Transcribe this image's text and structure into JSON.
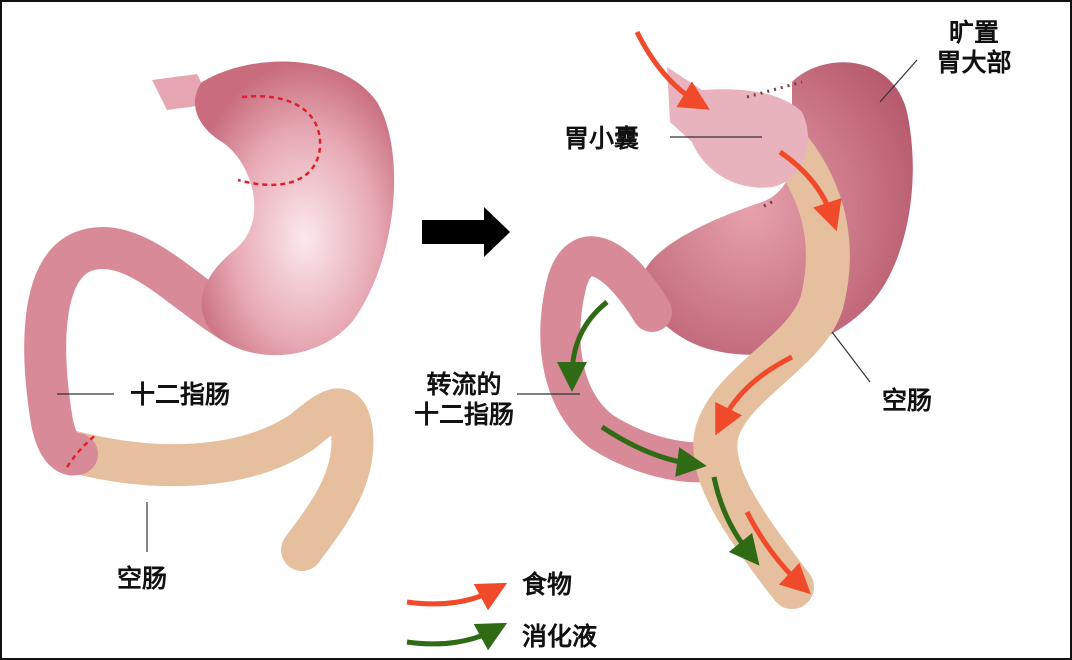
{
  "colors": {
    "stomach": "#d98a98",
    "stomach_highlight": "#f7dde2",
    "jejunum": "#e6bf9f",
    "food_arrow": "#f04a2a",
    "digestive_arrow": "#2f6b14",
    "cut_line": "#e0202a"
  },
  "left": {
    "duodenum_label": "十二指肠",
    "jejunum_label": "空肠"
  },
  "transition_arrow": "right-arrow-icon",
  "right": {
    "pouch_label": "胃小囊",
    "remnant_label_line1": "旷置",
    "remnant_label_line2": "胃大部",
    "diverted_duodenum_line1": "转流的",
    "diverted_duodenum_line2": "十二指肠",
    "jejunum_label": "空肠"
  },
  "legend": {
    "food": "食物",
    "digestive_fluid": "消化液"
  }
}
